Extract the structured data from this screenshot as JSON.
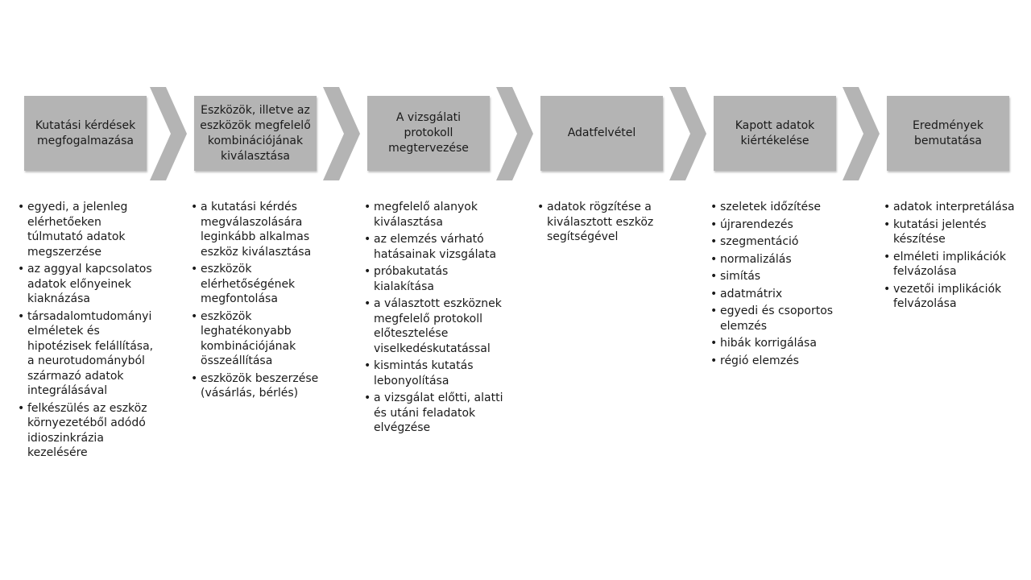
{
  "stages": [
    {
      "title": "Kutatási kérdések\nmegfogalmazása",
      "items": [
        "egyedi, a jelenleg\nelérhetőeken\ntúlmutató adatok\nmegszerzése",
        "az aggyal kapcsolatos\nadatok előnyeinek\nkiaknázása",
        "társadalomtudományi\nelméletek és\nhipotézisek felállítása,\na neurotudományból\nszármazó adatok\nintegrálásával",
        "felkészülés az eszköz\nkörnyezetéből adódó\nidioszinkrázia\nkezelésére"
      ]
    },
    {
      "title": "Eszközök, illetve az\neszközök megfelelő\nkombinációjának\nkiválasztása",
      "items": [
        "a kutatási kérdés\nmegválaszolására\nleginkább alkalmas\neszköz kiválasztása",
        "eszközök\nelérhetőségének\nmegfontolása",
        "eszközök\nleghatékonyabb\nkombinációjának\nösszeállítása",
        "eszközök beszerzése\n(vásárlás, bérlés)"
      ]
    },
    {
      "title": "A vizsgálati protokoll\nmegtervezése",
      "items": [
        "megfelelő alanyok\nkiválasztása",
        "az elemzés várható\nhatásainak vizsgálata",
        "próbakutatás\nkialakítása",
        "a választott eszköznek\nmegfelelő protokoll\nelőtesztelése\nviselkedéskutatással",
        "kismintás kutatás\nlebonyolítása",
        "a vizsgálat előtti, alatti\nés utáni feladatok\nelvégzése"
      ]
    },
    {
      "title": "Adatfelvétel",
      "items": [
        "adatok rögzítése a\nkiválasztott eszköz\nsegítségével"
      ]
    },
    {
      "title": "Kapott adatok\nkiértékelése",
      "items": [
        "szeletek időzítése",
        "újrarendezés",
        "szegmentáció",
        "normalizálás",
        "simítás",
        "adatmátrix",
        "egyedi és csoportos\nelemzés",
        "hibák korrigálása",
        "régió elemzés"
      ]
    },
    {
      "title": "Eredmények\nbemutatása",
      "items": [
        "adatok interpretálása",
        "kutatási jelentés\nkészítése",
        "elméleti implikációk\nfelvázolása",
        "vezetői implikációk\nfelvázolása"
      ]
    }
  ],
  "bullet_symbol": "•",
  "colors": {
    "box_fill": "#b4b4b4",
    "chevron_fill": "#b4b4b4",
    "text": "#1a1a1a",
    "background": "#ffffff"
  },
  "icons": {
    "connector": "chevron-right-icon"
  }
}
